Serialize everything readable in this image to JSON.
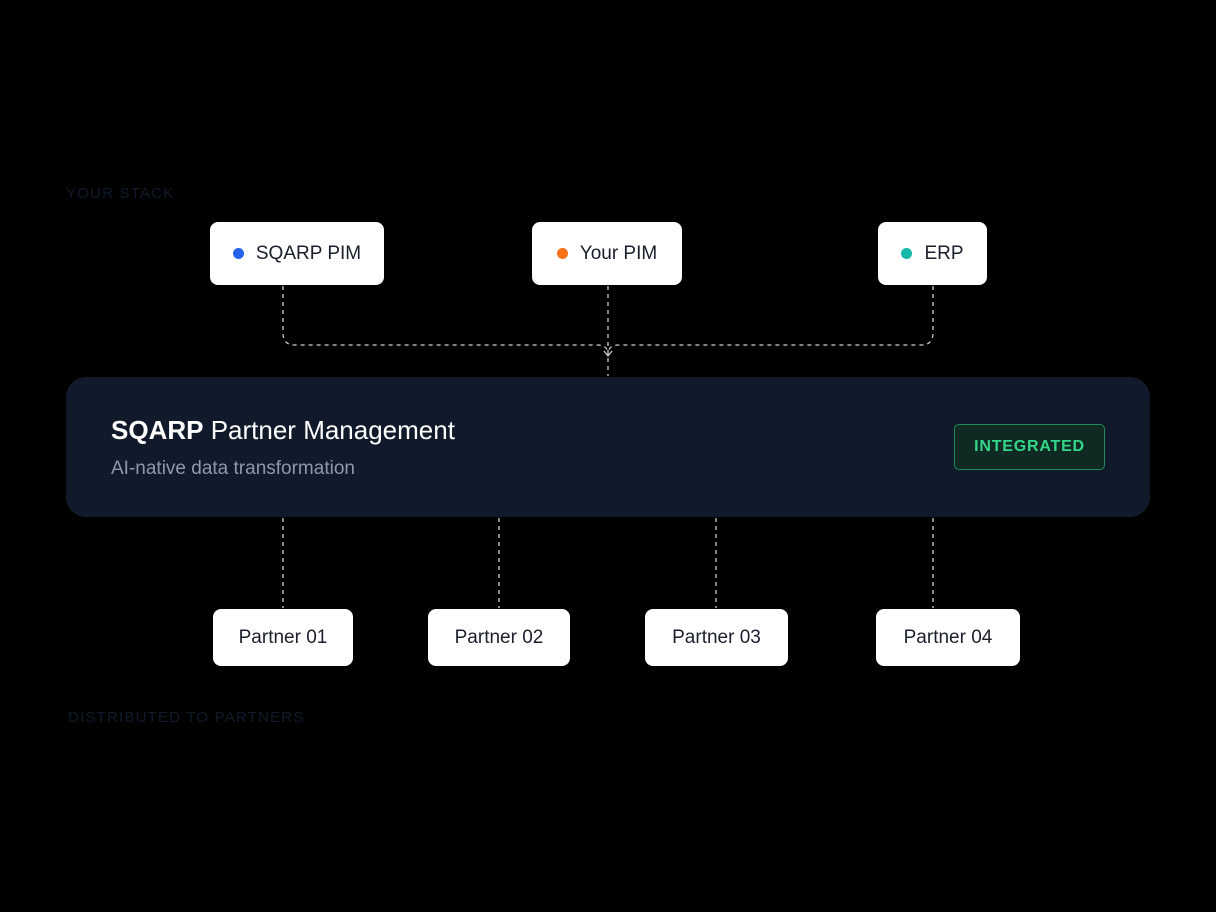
{
  "sections": {
    "top_label": "YOUR STACK",
    "bottom_label": "DISTRIBUTED TO PARTNERS"
  },
  "sources": [
    {
      "label": "SQARP PIM",
      "dot_color": "#2563eb"
    },
    {
      "label": "Your PIM",
      "dot_color": "#f97316"
    },
    {
      "label": "ERP",
      "dot_color": "#14b8a6"
    }
  ],
  "hub": {
    "brand": "SQARP",
    "title": "Partner Management",
    "subtitle": "AI-native data transformation",
    "status": "INTEGRATED",
    "status_color": "#34d68a"
  },
  "partners": [
    {
      "label": "Partner 01"
    },
    {
      "label": "Partner 02"
    },
    {
      "label": "Partner 03"
    },
    {
      "label": "Partner 04"
    }
  ],
  "colors": {
    "background": "#000000",
    "hub_background": "#111a2b",
    "connector": "#c9ccd2"
  }
}
